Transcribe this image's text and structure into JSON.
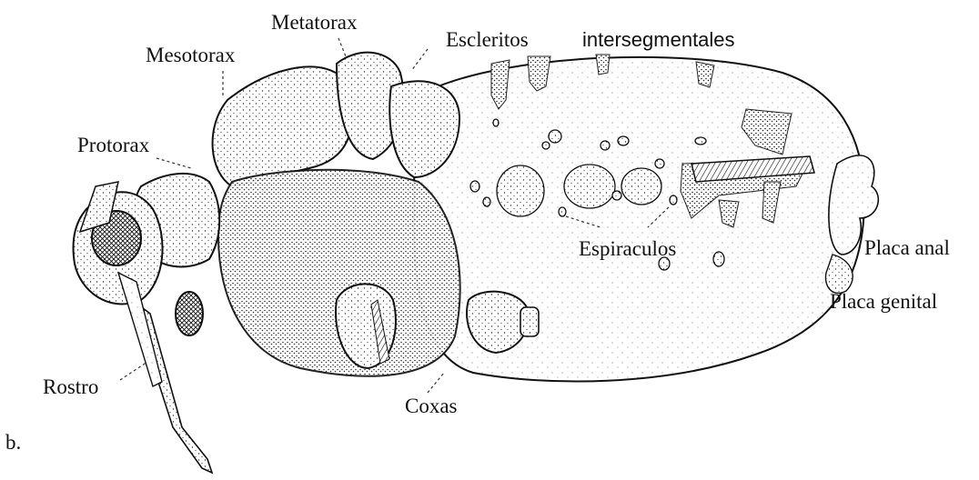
{
  "panel_letter": "b.",
  "labels": {
    "metatorax": "Metatorax",
    "mesotorax": "Mesotorax",
    "esclerito_word1": "Escleritos",
    "esclerito_word2": "intersegmentales",
    "protorax": "Protorax",
    "espiraculos": "Espiraculos",
    "placa_anal": "Placa anal",
    "placa_genital": "Placa genital",
    "rostro": "Rostro",
    "coxas": "Coxas"
  }
}
